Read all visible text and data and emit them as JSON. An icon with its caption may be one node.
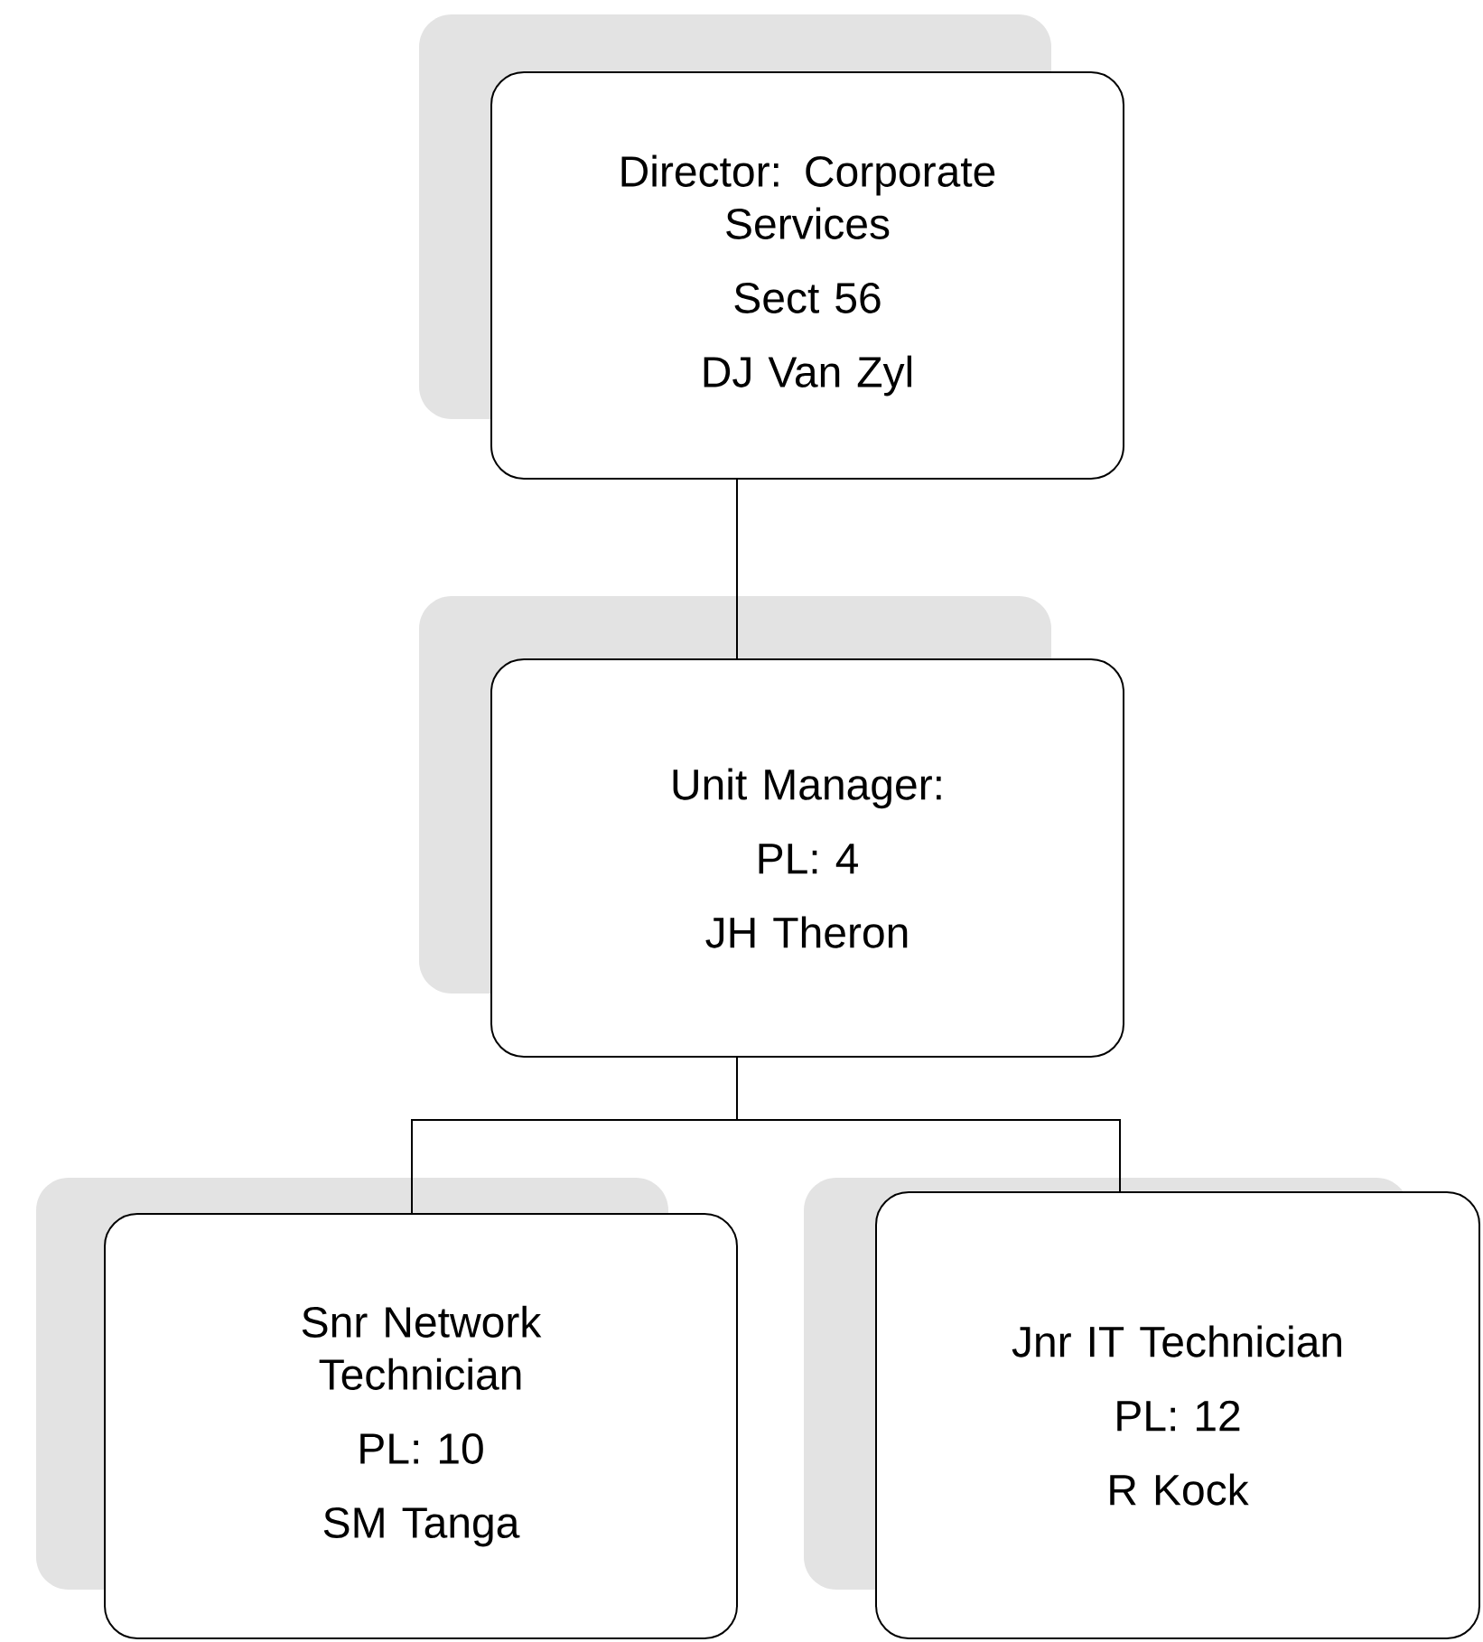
{
  "diagram": {
    "nodes": [
      {
        "text": [
          "Director: Corporate Services",
          "Sect 56",
          "DJ Van Zyl"
        ]
      },
      {
        "text": [
          "Unit Manager:",
          "PL: 4",
          "JH Theron"
        ]
      },
      {
        "text": [
          "Snr Network Technician",
          "PL: 10",
          "SM Tanga"
        ]
      },
      {
        "text": [
          "Jnr IT Technician",
          "PL: 12",
          "R Kock"
        ]
      }
    ],
    "edges": [
      {
        "from": 0,
        "to": 1,
        "arrow": "none"
      },
      {
        "from": 1,
        "to": 2,
        "arrow": "none"
      },
      {
        "from": 1,
        "to": 3,
        "arrow": "none"
      }
    ]
  }
}
